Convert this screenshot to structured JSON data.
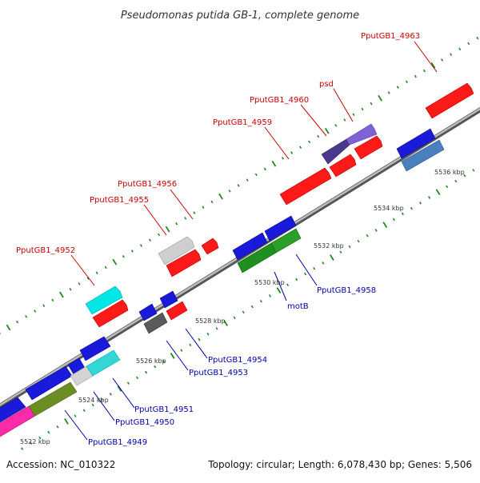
{
  "title": "Pseudomonas putida GB-1, complete genome",
  "footer": {
    "accession": "Accession: NC_010322",
    "summary": "Topology: circular; Length: 6,078,430 bp; Genes: 5,506"
  },
  "colors": {
    "plus_label": "#cc0000",
    "minus_label": "#0000aa",
    "backbone": "#8a8a8a",
    "tick": "#1f8a1f"
  },
  "scale_labels": [
    "5522 kbp",
    "5524 kbp",
    "5526 kbp",
    "5528 kbp",
    "5530 kbp",
    "5532 kbp",
    "5534 kbp",
    "5536 kbp"
  ],
  "gene_labels_plus": [
    "PputGB1_4963",
    "psd",
    "PputGB1_4960",
    "PputGB1_4959",
    "PputGB1_4956",
    "PputGB1_4955",
    "PputGB1_4952"
  ],
  "gene_labels_minus": [
    "PputGB1_4958",
    "motB",
    "PputGB1_4954",
    "PputGB1_4953",
    "PputGB1_4951",
    "PputGB1_4950",
    "PputGB1_4949"
  ]
}
